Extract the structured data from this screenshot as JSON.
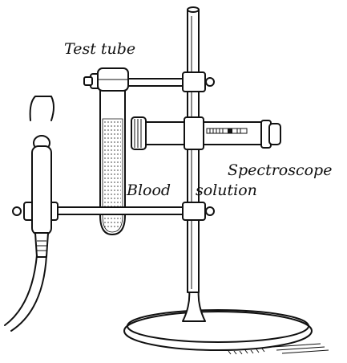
{
  "labels": {
    "test_tube": "Test tube",
    "spectroscope": "Spectroscope",
    "blood": "Blood",
    "solution": "solution"
  },
  "colors": {
    "ink": "#111111",
    "paper": "#ffffff"
  }
}
